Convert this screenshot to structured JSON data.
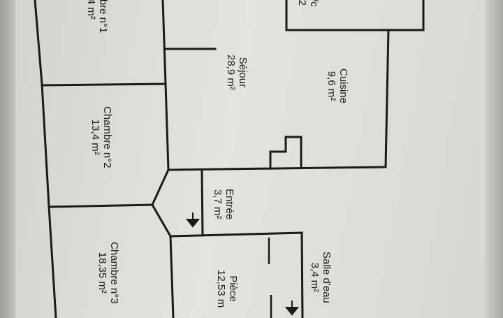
{
  "rooms": [
    {
      "id": "wc",
      "name": "/c",
      "area": "2"
    },
    {
      "id": "chambre1",
      "name": "ambre n°1",
      "area": "4 m²"
    },
    {
      "id": "sejour",
      "name": "Séjour",
      "area": "28,9 m²"
    },
    {
      "id": "cuisine",
      "name": "Cuisine",
      "area": "9,6 m²"
    },
    {
      "id": "chambre2",
      "name": "Chambre n°2",
      "area": "13,4 m²"
    },
    {
      "id": "entree",
      "name": "Entrée",
      "area": "3,7 m²"
    },
    {
      "id": "chambre3",
      "name": "Chambre n°3",
      "area": "18,35 m²"
    },
    {
      "id": "piece",
      "name": "Pièce",
      "area": "12,53 m"
    },
    {
      "id": "salle_eau",
      "name": "Salle d'eau",
      "area": "3,4 m²"
    }
  ],
  "colors": {
    "wall": "#1a1a1a",
    "paper": "#dededb"
  }
}
